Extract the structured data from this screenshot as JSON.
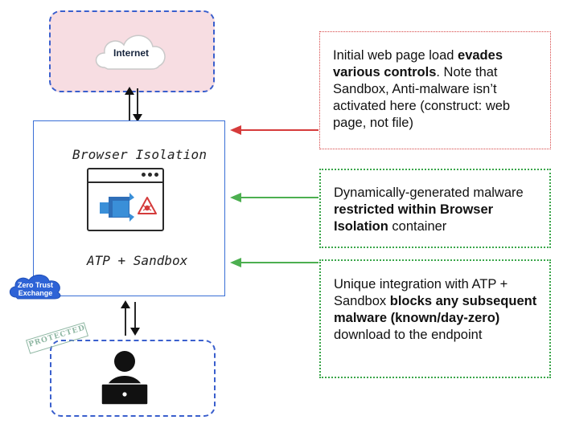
{
  "internet": {
    "label": "Internet"
  },
  "container": {
    "browser_isolation_label": "Browser Isolation",
    "atp_label": "ATP + Sandbox",
    "zero_trust_line1": "Zero Trust",
    "zero_trust_line2": "Exchange"
  },
  "endpoint": {
    "stamp": "PROTECTED"
  },
  "notes": [
    {
      "segments": [
        {
          "text": "Initial web page load ",
          "bold": false
        },
        {
          "text": "evades various controls",
          "bold": true
        },
        {
          "text": ". Note that Sandbox, Anti-malware  isn’t activated here (construct: web page, not file)",
          "bold": false
        }
      ],
      "border_color": "#d64545",
      "arrow_color": "#d63b3b"
    },
    {
      "segments": [
        {
          "text": "Dynamically-generated malware ",
          "bold": false
        },
        {
          "text": "restricted within Browser Isolation",
          "bold": true
        },
        {
          "text": " container",
          "bold": false
        }
      ],
      "border_color": "#3aa64a",
      "arrow_color": "#4caf50"
    },
    {
      "segments": [
        {
          "text": "Unique integration with ATP + Sandbox ",
          "bold": false
        },
        {
          "text": "blocks any subsequent malware (known/day-zero)",
          "bold": true
        },
        {
          "text": " download to the endpoint",
          "bold": false
        }
      ],
      "border_color": "#3aa64a",
      "arrow_color": "#4caf50"
    }
  ],
  "icons": {
    "cloud": "cloud-icon",
    "browser": "browser-window-icon",
    "isolation": "isolation-cubes-icon",
    "malware": "malware-warning-icon",
    "user": "user-laptop-icon"
  }
}
